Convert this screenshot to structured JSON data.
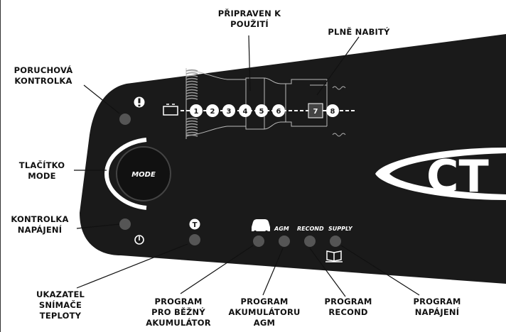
{
  "callouts": {
    "ready_to_use": "PŘIPRAVEN K\nPOUŽITÍ",
    "fully_charged": "PLNĚ NABITÝ",
    "fault_indicator": "PORUCHOVÁ\nKONTROLKA",
    "mode_button": "TLAČÍTKO\nMODE",
    "power_indicator": "KONTROLKA\nNAPÁJENÍ",
    "temp_sensor": "UKAZATEL\nSNÍMAČE\nTEPLOTY",
    "program_normal": "PROGRAM\nPRO BĚŽNÝ\nAKUMULÁTOR",
    "program_agm": "PROGRAM\nAKUMULÁTORU\nAGM",
    "program_recond": "PROGRAM\nRECOND",
    "program_supply": "PROGRAM\nNAPÁJENÍ"
  },
  "panel": {
    "mode_label": "MODE",
    "steps": [
      "1",
      "2",
      "3",
      "4",
      "5",
      "6",
      "7",
      "8"
    ],
    "program_labels": {
      "agm": "AGM",
      "recond": "RECOND",
      "supply": "SUPPLY"
    },
    "temp_icon_letter": "T",
    "brand_fragment": "CT"
  },
  "icons": {
    "fault": "exclamation-icon",
    "power": "power-icon",
    "car": "car-icon",
    "book": "book-icon",
    "battery": "battery-icon"
  },
  "colors": {
    "panel_background": "#1a1a1a",
    "led_off": "#555555",
    "panel_text": "#ffffff",
    "label_text": "#111111"
  }
}
